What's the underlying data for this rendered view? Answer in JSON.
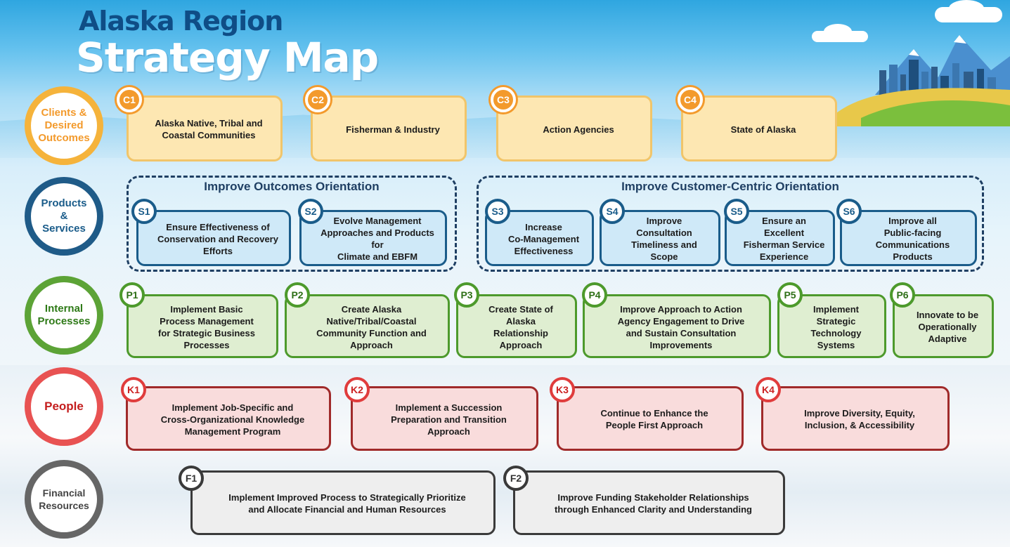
{
  "title": {
    "line1": "Alaska Region",
    "line2": "Strategy Map"
  },
  "rows": {
    "clients": "Clients &\nDesired\nOutcomes",
    "products": "Products\n&\nServices",
    "internal": "Internal\nProcesses",
    "people": "People",
    "financial": "Financial\nResources"
  },
  "clients": [
    {
      "id": "C1",
      "text": "Alaska Native, Tribal and\nCoastal Communities"
    },
    {
      "id": "C2",
      "text": "Fisherman & Industry"
    },
    {
      "id": "C3",
      "text": "Action Agencies"
    },
    {
      "id": "C4",
      "text": "State of Alaska"
    }
  ],
  "groups": {
    "outcomes": "Improve Outcomes Orientation",
    "customer": "Improve Customer-Centric Orientation"
  },
  "services": [
    {
      "id": "S1",
      "text": "Ensure Effectiveness of\nConservation and Recovery\nEfforts"
    },
    {
      "id": "S2",
      "text": "Evolve Management\nApproaches and Products for\nClimate and EBFM"
    },
    {
      "id": "S3",
      "text": "Increase\nCo-Management\nEffectiveness"
    },
    {
      "id": "S4",
      "text": "Improve\nConsultation\nTimeliness and\nScope"
    },
    {
      "id": "S5",
      "text": "Ensure an\nExcellent\nFisherman Service\nExperience"
    },
    {
      "id": "S6",
      "text": "Improve all\nPublic-facing\nCommunications\nProducts"
    }
  ],
  "processes": [
    {
      "id": "P1",
      "text": "Implement Basic\nProcess Management\nfor Strategic Business\nProcesses"
    },
    {
      "id": "P2",
      "text": "Create Alaska\nNative/Tribal/Coastal\nCommunity Function and\nApproach"
    },
    {
      "id": "P3",
      "text": "Create State of Alaska\nRelationship Approach"
    },
    {
      "id": "P4",
      "text": "Improve Approach to Action\nAgency Engagement to Drive\nand Sustain Consultation\nImprovements"
    },
    {
      "id": "P5",
      "text": "Implement\nStrategic\nTechnology\nSystems"
    },
    {
      "id": "P6",
      "text": "Innovate to be\nOperationally\nAdaptive"
    }
  ],
  "people": [
    {
      "id": "K1",
      "text": "Implement Job-Specific and\nCross-Organizational Knowledge\nManagement Program"
    },
    {
      "id": "K2",
      "text": "Implement a Succession\nPreparation and Transition\nApproach"
    },
    {
      "id": "K3",
      "text": "Continue to Enhance the\nPeople First Approach"
    },
    {
      "id": "K4",
      "text": "Improve Diversity, Equity,\nInclusion, & Accessibility"
    }
  ],
  "financial": [
    {
      "id": "F1",
      "text": "Implement Improved Process to Strategically Prioritize\nand Allocate Financial and Human Resources"
    },
    {
      "id": "F2",
      "text": "Improve Funding Stakeholder Relationships\nthrough Enhanced Clarity and Understanding"
    }
  ],
  "colors": {
    "clients": "#f39a2c",
    "products": "#1a5c8a",
    "internal": "#4d9a2c",
    "people": "#e03c3c",
    "financial": "#555555",
    "title": "#0f4d86"
  },
  "icons": [
    "city-skyline-icon",
    "mountain-icon",
    "cloud-icon"
  ]
}
